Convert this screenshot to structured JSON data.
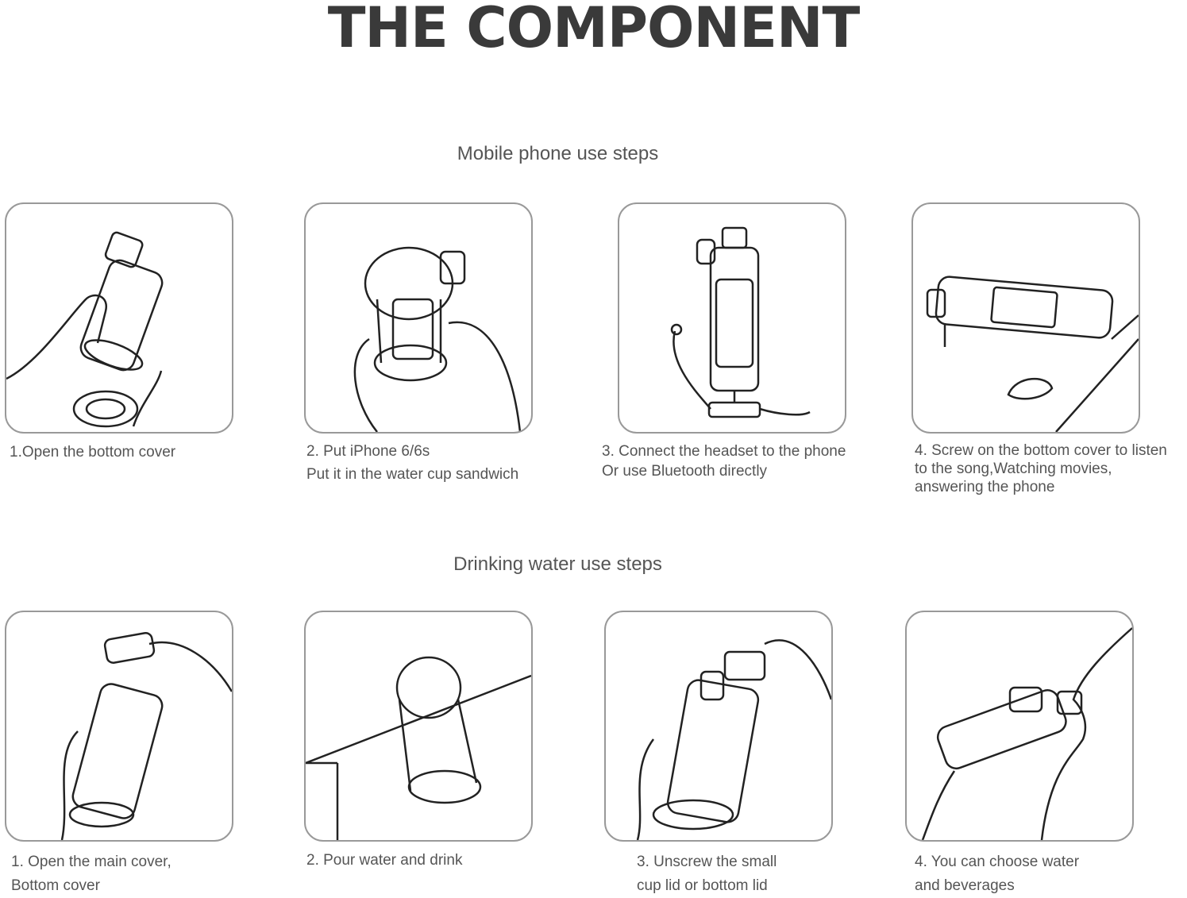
{
  "title": "THE COMPONENT",
  "sections": {
    "mobile": "Mobile phone use steps",
    "drinking": "Drinking water use steps"
  },
  "mobile_steps": [
    {
      "icon": "bottle-open-bottom-icon",
      "lines": [
        "1.Open the bottom cover"
      ]
    },
    {
      "icon": "phone-insert-icon",
      "lines": [
        "2. Put iPhone 6/6s",
        "Put it in the water cup sandwich"
      ]
    },
    {
      "icon": "headset-connect-icon",
      "lines": [
        "3. Connect the headset to the phone",
        "Or use Bluetooth directly"
      ]
    },
    {
      "icon": "bluetooth-earpiece-icon",
      "lines": [
        "4. Screw on the bottom cover to listen",
        "to the song,Watching movies,",
        "answering the phone"
      ]
    }
  ],
  "drinking_steps": [
    {
      "icon": "open-main-cover-icon",
      "lines": [
        "1. Open the main cover,",
        "Bottom cover"
      ]
    },
    {
      "icon": "pour-water-icon",
      "lines": [
        "2. Pour water and drink"
      ]
    },
    {
      "icon": "unscrew-lid-icon",
      "lines": [
        "3. Unscrew the small",
        "cup lid or bottom lid"
      ]
    },
    {
      "icon": "drinking-person-icon",
      "lines": [
        "4. You can choose water",
        "and beverages"
      ]
    }
  ]
}
